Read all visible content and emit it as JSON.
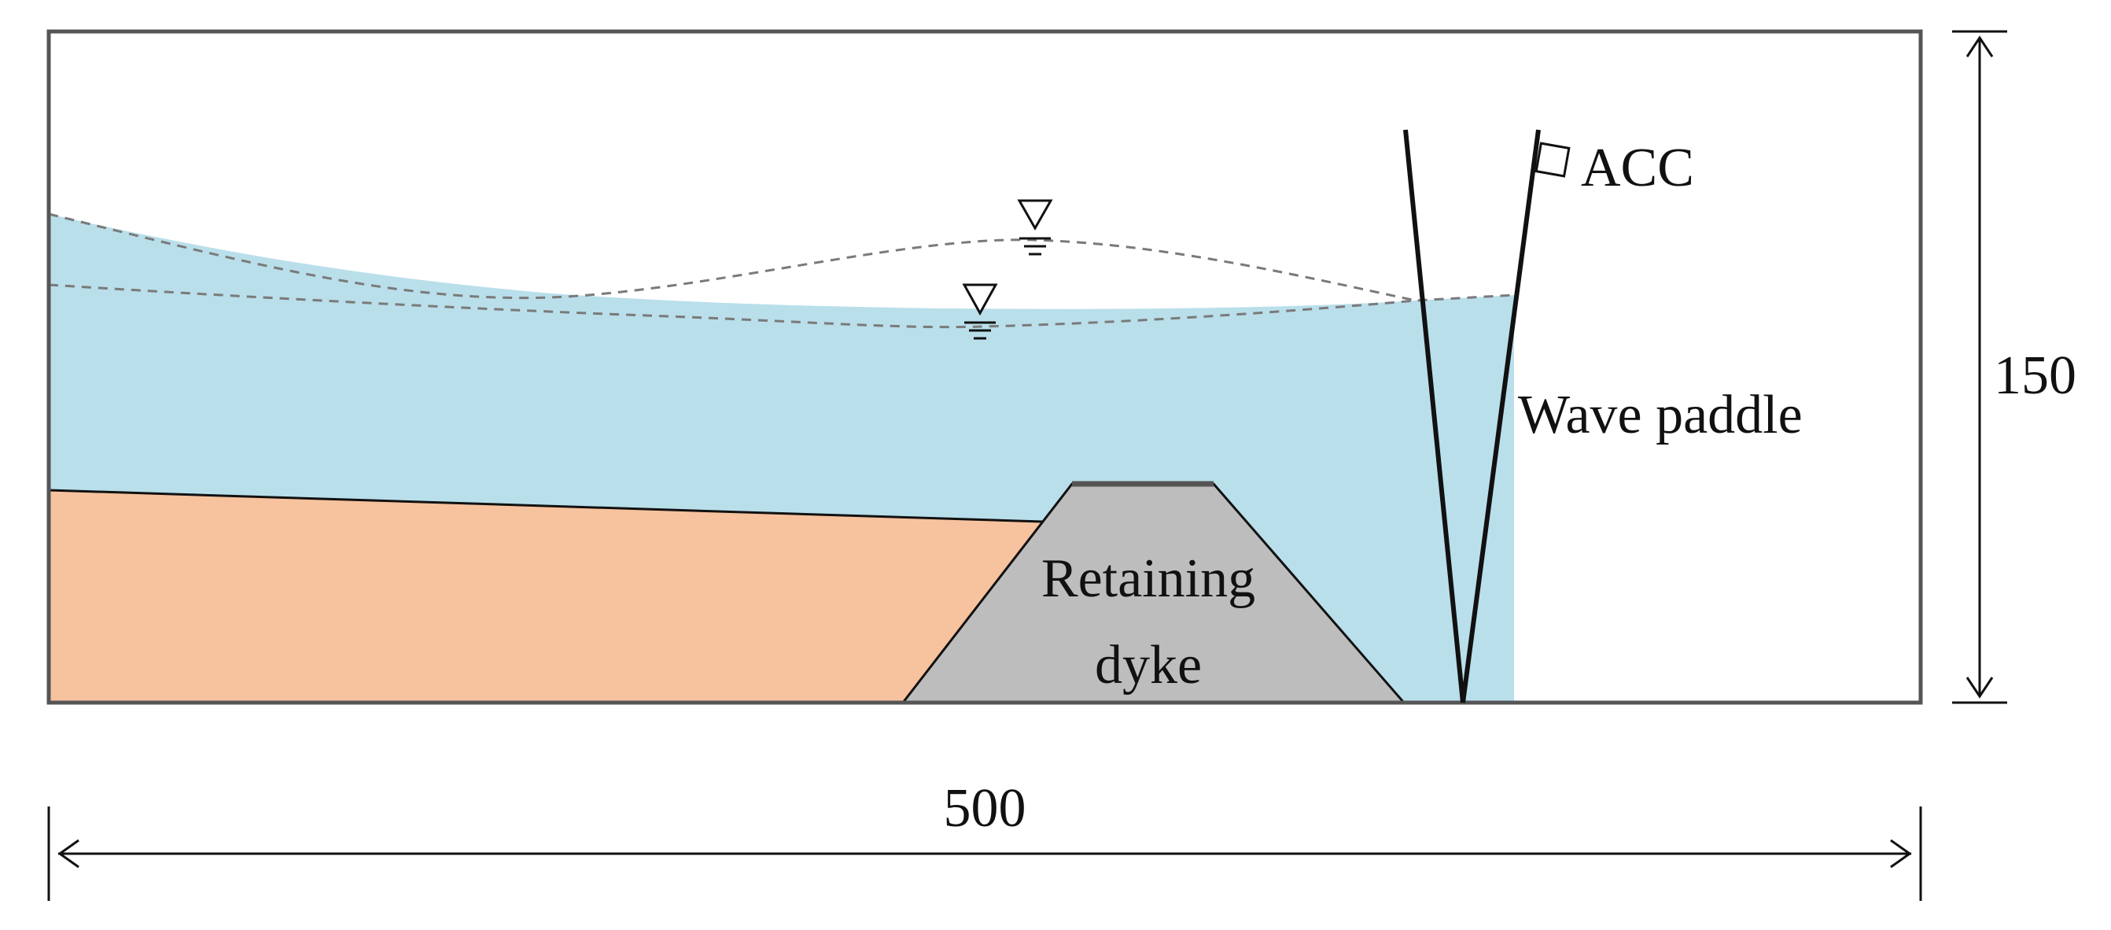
{
  "labels": {
    "acc": "ACC",
    "wave_paddle": "Wave paddle",
    "retaining_line1": "Retaining",
    "retaining_line2": "dyke",
    "height_dim": "150",
    "width_dim": "500"
  },
  "colors": {
    "water": "#B9DFEB",
    "soil": "#F7C29E",
    "dyke": "#BDBDBD",
    "tank_outline": "#555555",
    "line": "#111111",
    "dashed": "#7A7A7A"
  },
  "icons": {
    "water_level_symbol": "water-level-triangle-icon",
    "accelerometer": "accelerometer-square-icon"
  }
}
